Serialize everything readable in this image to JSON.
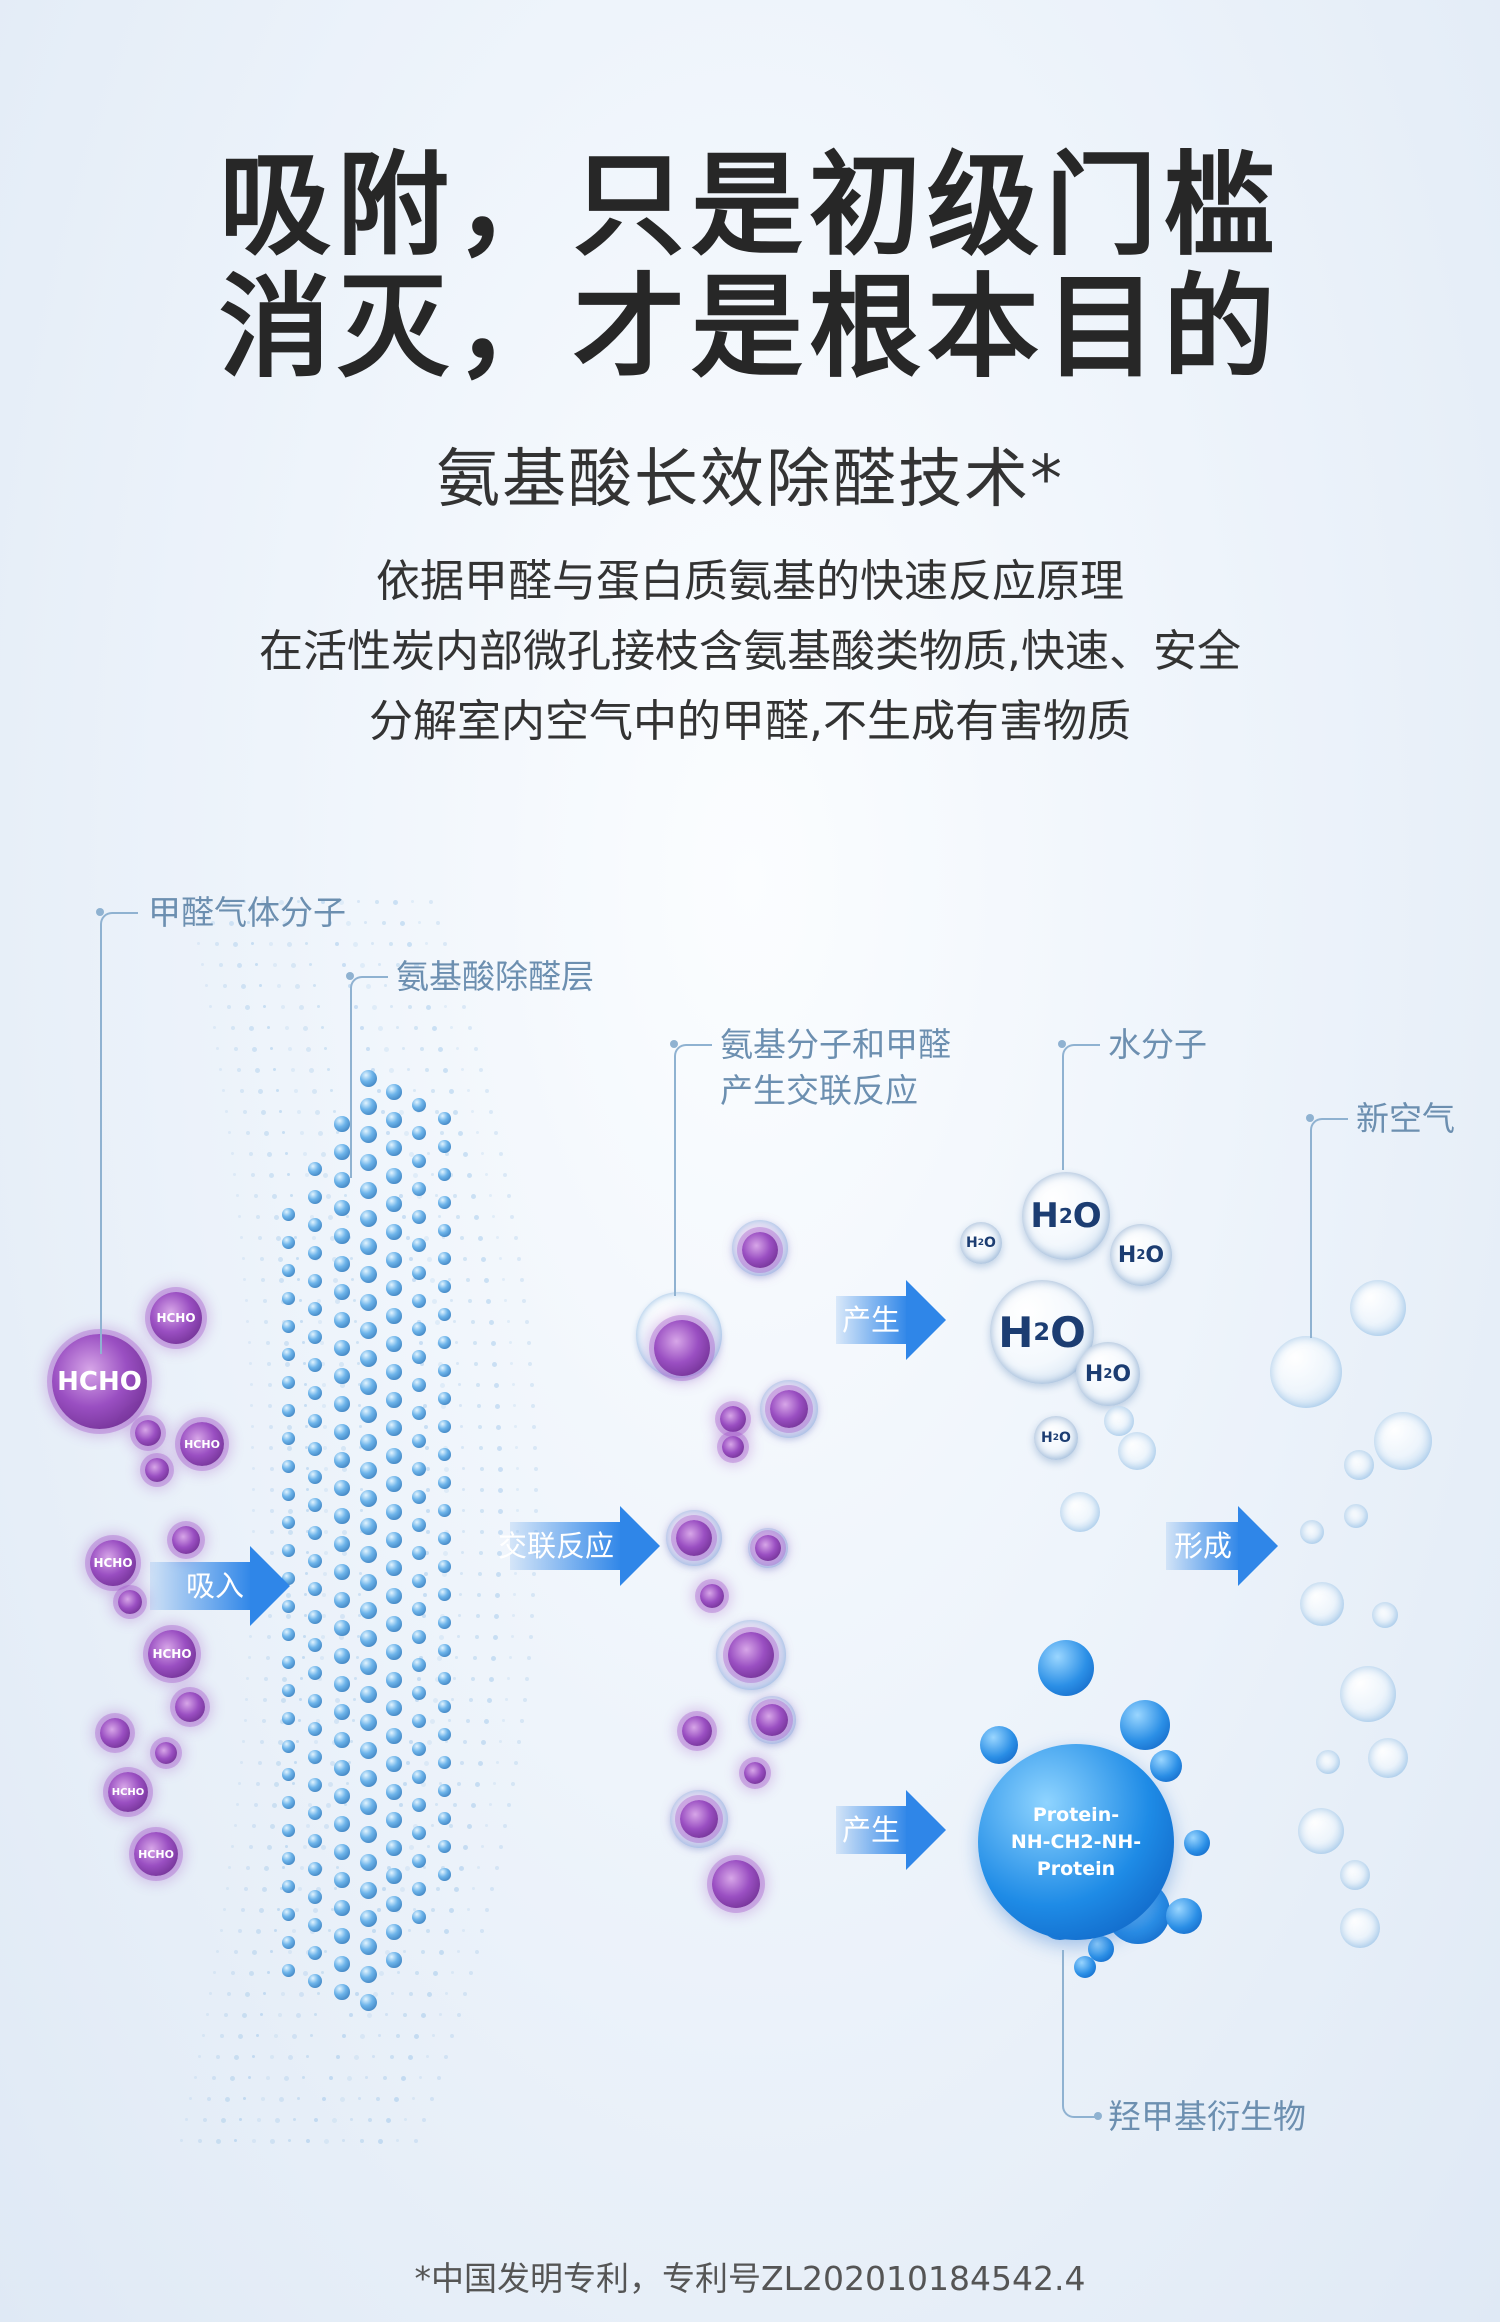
{
  "headline": {
    "line1": "吸附，只是初级门槛",
    "line2": "消灭，才是根本目的"
  },
  "subheadline": "氨基酸长效除醛技术*",
  "description": [
    "依据甲醛与蛋白质氨基的快速反应原理",
    "在活性炭内部微孔接枝含氨基酸类物质,快速、安全",
    "分解室内空气中的甲醛,不生成有害物质"
  ],
  "diagram": {
    "callouts": {
      "formaldehyde_gas": "甲醛气体分子",
      "amino_layer": "氨基酸除醛层",
      "crosslink_line1": "氨基分子和甲醛",
      "crosslink_line2": "产生交联反应",
      "water": "水分子",
      "fresh_air": "新空气",
      "hydroxymethyl": "羟甲基衍生物"
    },
    "arrows": {
      "absorb": "吸入",
      "crosslink": "交联反应",
      "produce_top": "产生",
      "produce_bottom": "产生",
      "form": "形成"
    },
    "molecule_labels": {
      "hcho": "HCHO",
      "h2o_sub": "2",
      "h2o_h": "H",
      "h2o_o": "O"
    },
    "protein_label": {
      "line1": "Protein-",
      "line2": "NH-CH2-NH-",
      "line3": "Protein"
    },
    "colors": {
      "arrow": "#2f86e8",
      "virus": "#9a4fc2",
      "callout_text": "#6c8fb0"
    }
  },
  "footer": "*中国发明专利，专利号ZL202010184542.4"
}
